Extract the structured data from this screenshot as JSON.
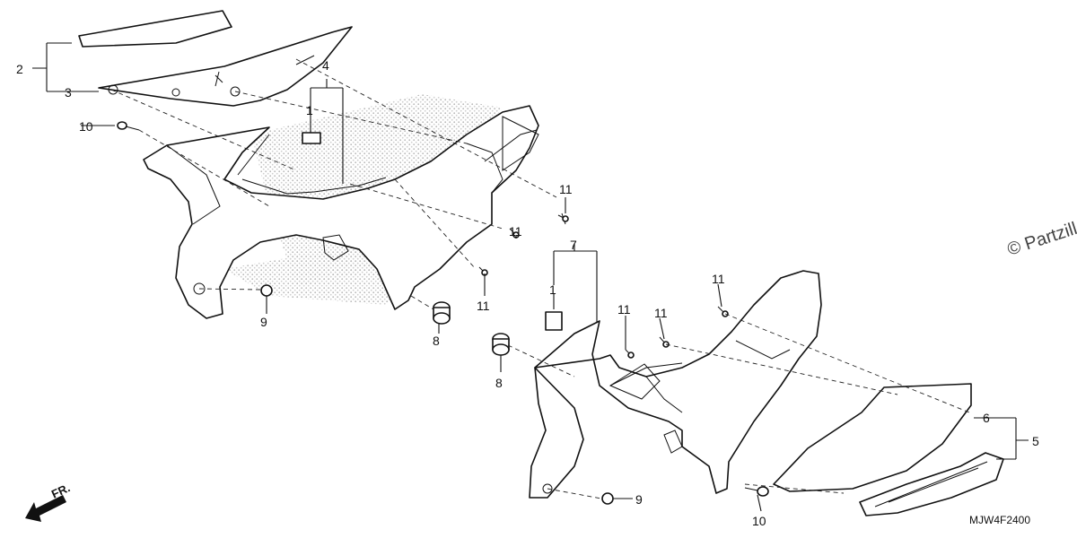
{
  "diagram": {
    "callouts": {
      "c1a": "1",
      "c1b": "1",
      "c2": "2",
      "c3": "3",
      "c4": "4",
      "c5": "5",
      "c6": "6",
      "c7": "7",
      "c8a": "8",
      "c8b": "8",
      "c9a": "9",
      "c9b": "9",
      "c10a": "10",
      "c10b": "10",
      "c11a": "11",
      "c11b": "11",
      "c11c": "11",
      "c11d": "11",
      "c11e": "11",
      "c11f": "11"
    },
    "diagram_code": "MJW4F2400",
    "watermark": "© Partzilla",
    "direction_label": "FR."
  }
}
